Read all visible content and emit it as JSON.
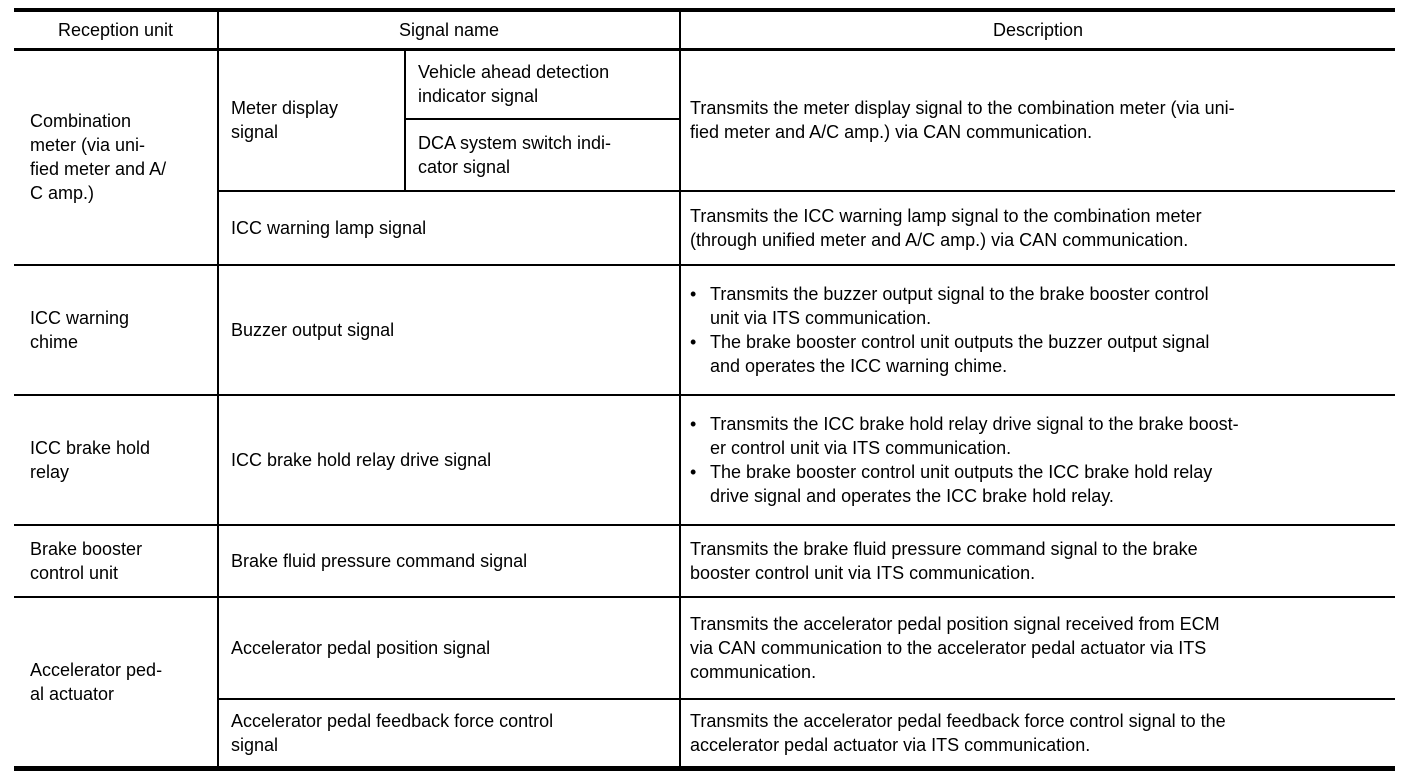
{
  "header": {
    "reception_unit": "Reception unit",
    "signal_name": "Signal name",
    "description": "Description"
  },
  "combination_meter": {
    "unit": "Combination\nmeter (via uni-\nfied meter and A/\nC amp.)",
    "meter_display": {
      "label": "Meter display\nsignal",
      "sub_signals": {
        "vehicle_ahead": "Vehicle ahead detection\nindicator signal",
        "dca_switch": "DCA system switch indi-\ncator signal"
      },
      "description": "Transmits the meter display signal to the combination meter (via uni-\nfied meter and A/C amp.) via CAN communication."
    },
    "icc_warning_lamp": {
      "label": "ICC warning lamp signal",
      "description": "Transmits the ICC warning lamp signal to the combination meter\n(through unified meter and A/C amp.) via CAN communication."
    }
  },
  "icc_warning_chime": {
    "unit": "ICC warning\nchime",
    "signal": "Buzzer output signal",
    "bullet_glyph": "•",
    "bullets": [
      "Transmits the buzzer output signal to the brake booster control\nunit via ITS communication.",
      "The brake booster control unit outputs the buzzer output signal\nand operates the ICC warning chime."
    ]
  },
  "icc_brake_hold_relay": {
    "unit": "ICC brake hold\nrelay",
    "signal": "ICC brake hold relay drive signal",
    "bullet_glyph": "•",
    "bullets": [
      "Transmits the ICC brake hold relay drive signal to the brake boost-\ner control unit via ITS communication.",
      "The brake booster control unit outputs the ICC brake hold relay\ndrive signal and operates the ICC brake hold relay."
    ]
  },
  "brake_booster": {
    "unit": "Brake booster\ncontrol unit",
    "signal": "Brake fluid pressure command signal",
    "description": "Transmits the brake fluid pressure command signal to the brake\nbooster control unit via ITS communication."
  },
  "accelerator_pedal": {
    "unit": "Accelerator ped-\nal actuator",
    "position": {
      "signal": "Accelerator pedal position signal",
      "description": "Transmits the accelerator pedal position signal received from ECM\nvia CAN communication to the accelerator pedal actuator via ITS\ncommunication."
    },
    "feedback": {
      "signal": "Accelerator pedal feedback force control\nsignal",
      "description": "Transmits the accelerator pedal feedback force control signal to the\naccelerator pedal actuator via ITS communication."
    }
  }
}
